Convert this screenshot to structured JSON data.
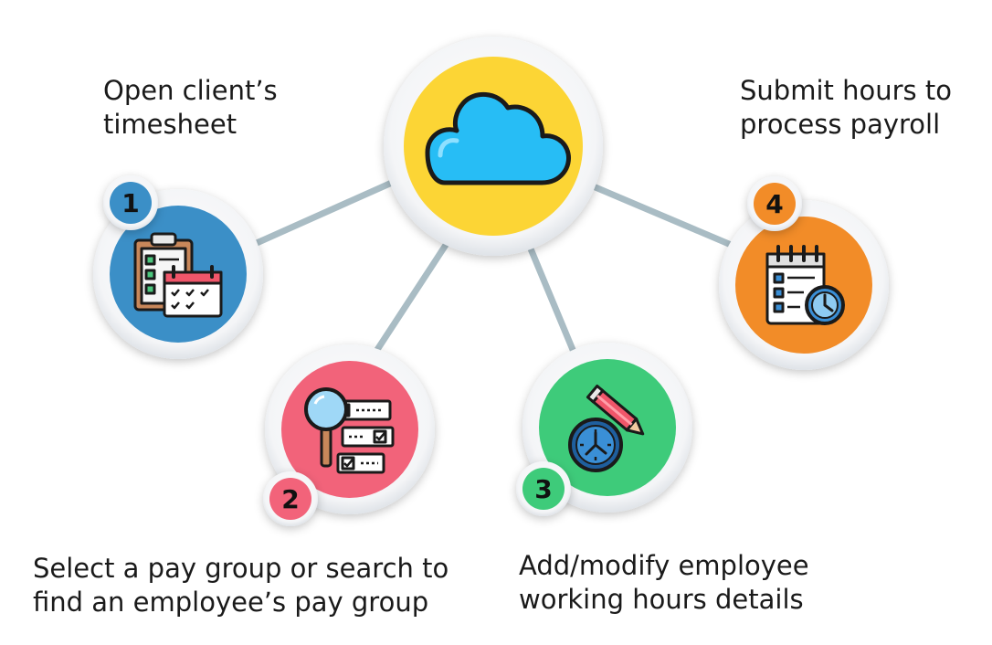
{
  "center": {
    "icon": "cloud-icon",
    "color": "#fcd535"
  },
  "steps": [
    {
      "number": "1",
      "lines": [
        "Open client’s",
        "timesheet"
      ],
      "icon": "clipboard-calendar-icon",
      "color": "#3b8fc7"
    },
    {
      "number": "2",
      "lines": [
        "Select a pay group or search to",
        "find an employee’s pay group"
      ],
      "icon": "magnifier-checklist-icon",
      "color": "#f2637a"
    },
    {
      "number": "3",
      "lines": [
        "Add/modify employee",
        "working hours details"
      ],
      "icon": "clock-pencil-icon",
      "color": "#3ecb7a"
    },
    {
      "number": "4",
      "lines": [
        "Submit hours to",
        "process payroll"
      ],
      "icon": "calendar-clock-icon",
      "color": "#f28c28"
    }
  ]
}
